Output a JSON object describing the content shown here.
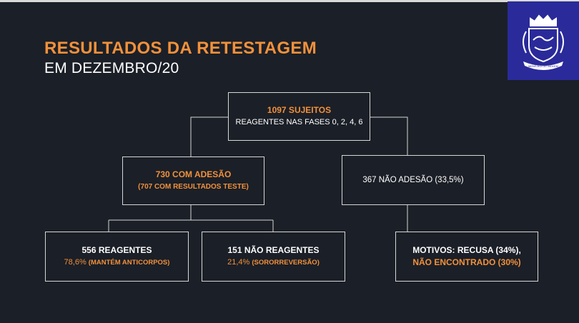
{
  "slide": {
    "title": "RESULTADOS DA RETESTAGEM",
    "subtitle": "EM DEZEMBRO/20"
  },
  "logo": {
    "icon": "city-coat-of-arms-icon",
    "motto": "MENS AGITAT MOLEM",
    "background": "#2a2a9a"
  },
  "colors": {
    "background": "#1b1f27",
    "accent": "#f2913b",
    "text": "#ffffff",
    "border": "#d6d6d6"
  },
  "nodes": {
    "root": {
      "line1": "1097 SUJEITOS",
      "line2": "REAGENTES NAS FASES 0, 2, 4, 6"
    },
    "adesao": {
      "line1": "730 COM ADESÃO",
      "line2": "(707 COM RESULTADOS TESTE)"
    },
    "nao_adesao": {
      "line1": "367 NÃO ADESÃO (33,5%)"
    },
    "reagentes": {
      "line1": "556 REAGENTES",
      "line2_num": "78,6% ",
      "line2_txt": "(MANTÉM ANTICORPOS)"
    },
    "nao_reagentes": {
      "line1": "151 NÃO REAGENTES",
      "line2_num": "21,4% ",
      "line2_txt": "(SORORREVERSÃO)"
    },
    "motivos": {
      "line1": "MOTIVOS: RECUSA (34%),",
      "line2": "NÃO ENCONTRADO (30%)"
    }
  }
}
